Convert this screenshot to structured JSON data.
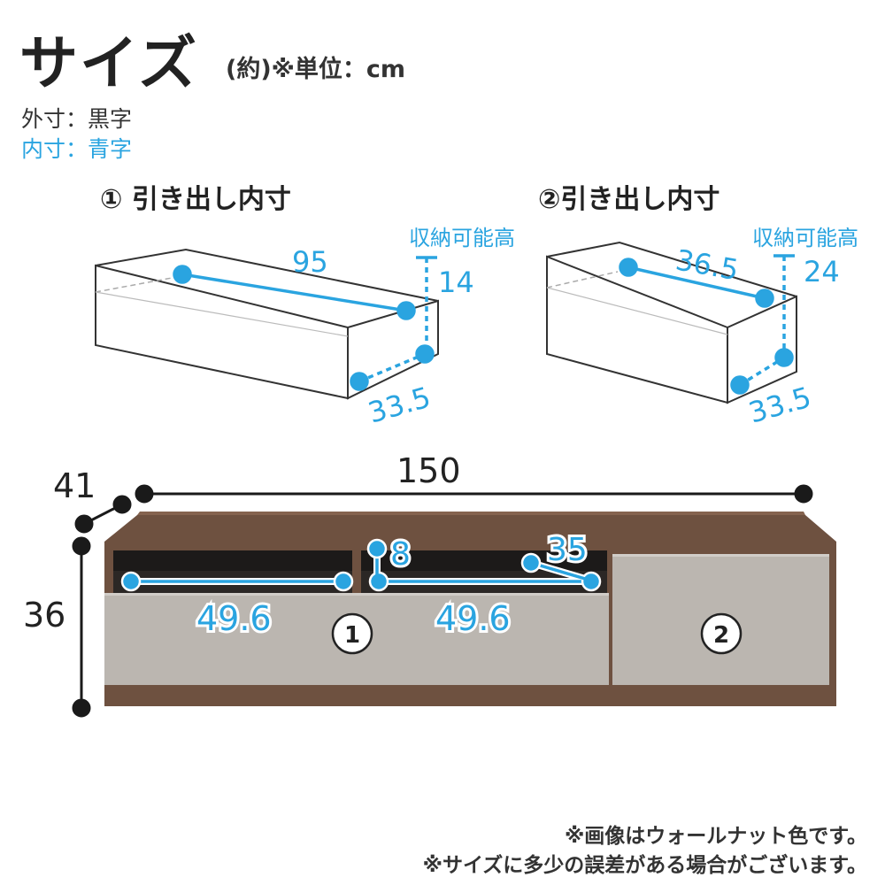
{
  "title": "サイズ",
  "unit_note": "(約)※単位：cm",
  "legend": {
    "outer": "外寸：黒字",
    "inner": "内寸：青字"
  },
  "drawer1": {
    "title": "① 引き出し内寸",
    "width": "95",
    "height_caption": "収納可能高",
    "height": "14",
    "depth": "33.5"
  },
  "drawer2": {
    "title": "②引き出し内寸",
    "width": "36.5",
    "height_caption": "収納可能高",
    "height": "24",
    "depth": "33.5"
  },
  "cabinet": {
    "width": "150",
    "depth": "41",
    "height": "36",
    "shelf_height": "8",
    "shelf_depth": "35",
    "shelf_width_left": "49.6",
    "shelf_width_right": "49.6",
    "drawer1_marker": "1",
    "drawer2_marker": "2"
  },
  "colors": {
    "accent_blue": "#2aa4e0",
    "walnut": "#6e5140",
    "front_panel": "#bbb6b0"
  },
  "notes": [
    "※画像はウォールナット色です。",
    "※サイズに多少の誤差がある場合がございます。"
  ]
}
